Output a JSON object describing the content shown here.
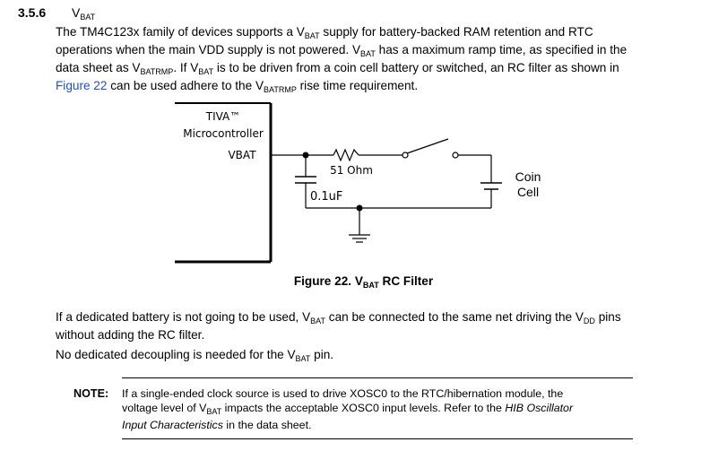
{
  "section": {
    "number": "3.5.6",
    "title_main": "V",
    "title_sub": "BAT"
  },
  "para1": {
    "s1": "The TM4C123x family of devices supports a V",
    "s2": "BAT",
    "s3": " supply for battery-backed RAM retention and RTC",
    "s4": "operations when the main VDD supply is not powered. V",
    "s5": "BAT",
    "s6": " has a maximum ramp time, as specified in the",
    "s7": "data sheet as V",
    "s8": "BATRMP",
    "s9": ". If V",
    "s10": "BAT",
    "s11": " is to be driven from a coin cell battery or switched, an RC filter as shown in",
    "link": "Figure 22",
    "s12": " can be used adhere to the V",
    "s13": "BATRMP",
    "s14": " rise time requirement."
  },
  "diagram": {
    "mcu_line1": "TIVA™",
    "mcu_line2": "Microcontroller",
    "pin_label": "VBAT",
    "resistor_label": "51 Ohm",
    "capacitor_label": "0.1uF",
    "battery_line1": "Coin",
    "battery_line2": "Cell"
  },
  "caption": {
    "prefix": "Figure 22. V",
    "sub": "BAT",
    "suffix": " RC Filter"
  },
  "para2": {
    "s1": "If a dedicated battery is not going to be used, V",
    "s2": "BAT",
    "s3": " can be connected to the same net driving the V",
    "s4": "DD",
    "s5": " pins",
    "s6": "without adding the RC filter."
  },
  "para3": {
    "s1": "No dedicated decoupling is needed for the V",
    "s2": "BAT",
    "s3": " pin."
  },
  "note": {
    "label": "NOTE:",
    "s1": "If a single-ended clock source is used to drive XOSC0 to the RTC/hibernation module, the",
    "s2": "voltage level of V",
    "s3": "BAT",
    "s4": " impacts the acceptable XOSC0 input levels. Refer to the ",
    "s5": "HIB Oscillator",
    "s6": "Input Characteristics",
    "s7": " in the data sheet."
  },
  "colors": {
    "link": "#1f4fd1",
    "text": "#000000"
  }
}
